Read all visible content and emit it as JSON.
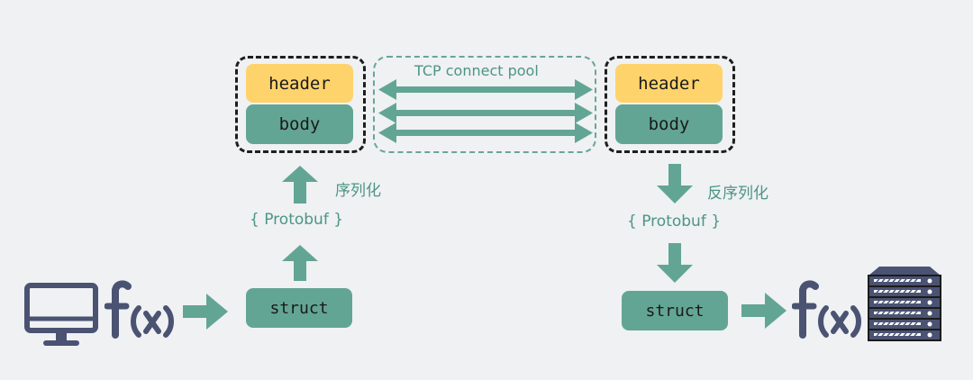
{
  "client": {
    "monitor_icon": "monitor-icon",
    "function_icon": "function-fx-icon",
    "header_label": "header",
    "body_label": "body",
    "struct_label": "struct",
    "protobuf_label": "{ Protobuf }",
    "serialize_label": "序列化"
  },
  "pool": {
    "label": "TCP connect pool",
    "connection_count": 3
  },
  "server": {
    "server_icon": "server-rack-icon",
    "function_icon": "function-fx-icon",
    "header_label": "header",
    "body_label": "body",
    "struct_label": "struct",
    "protobuf_label": "{ Protobuf }",
    "deserialize_label": "反序列化"
  },
  "colors": {
    "background": "#eff1f3",
    "accent_teal": "#63a594",
    "header_yellow": "#ffd36b",
    "icon_slate": "#4b5373",
    "text_teal": "#4d9584"
  }
}
